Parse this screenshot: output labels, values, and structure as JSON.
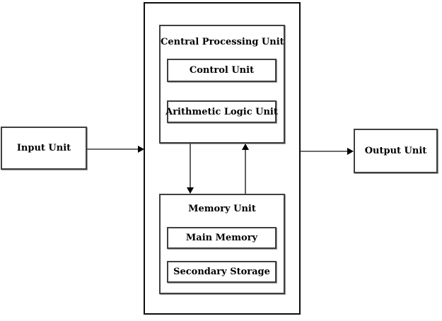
{
  "diagram": {
    "type": "block-diagram",
    "subject": "computer-organization",
    "nodes": {
      "input_unit": {
        "label": "Input Unit"
      },
      "system_unit": {
        "label": ""
      },
      "cpu": {
        "label": "Central Processing Unit"
      },
      "control_unit": {
        "label": "Control Unit"
      },
      "alu": {
        "label": "Arithmetic Logic Unit"
      },
      "memory_unit": {
        "label": "Memory Unit"
      },
      "main_memory": {
        "label": "Main Memory"
      },
      "secondary_storage": {
        "label": "Secondary Storage"
      },
      "output_unit": {
        "label": "Output Unit"
      }
    },
    "connections": [
      {
        "from": "input_unit",
        "to": "system_unit",
        "direction": "right"
      },
      {
        "from": "cpu",
        "to": "memory_unit",
        "direction": "down"
      },
      {
        "from": "memory_unit",
        "to": "cpu",
        "direction": "up"
      },
      {
        "from": "system_unit",
        "to": "output_unit",
        "direction": "right"
      }
    ],
    "colors": {
      "background": "#ffffff",
      "box_fill": "#ffffff",
      "border": "#000000",
      "box_border": "#3f3f3f",
      "arrow": "#000000",
      "text": "#000000"
    }
  }
}
